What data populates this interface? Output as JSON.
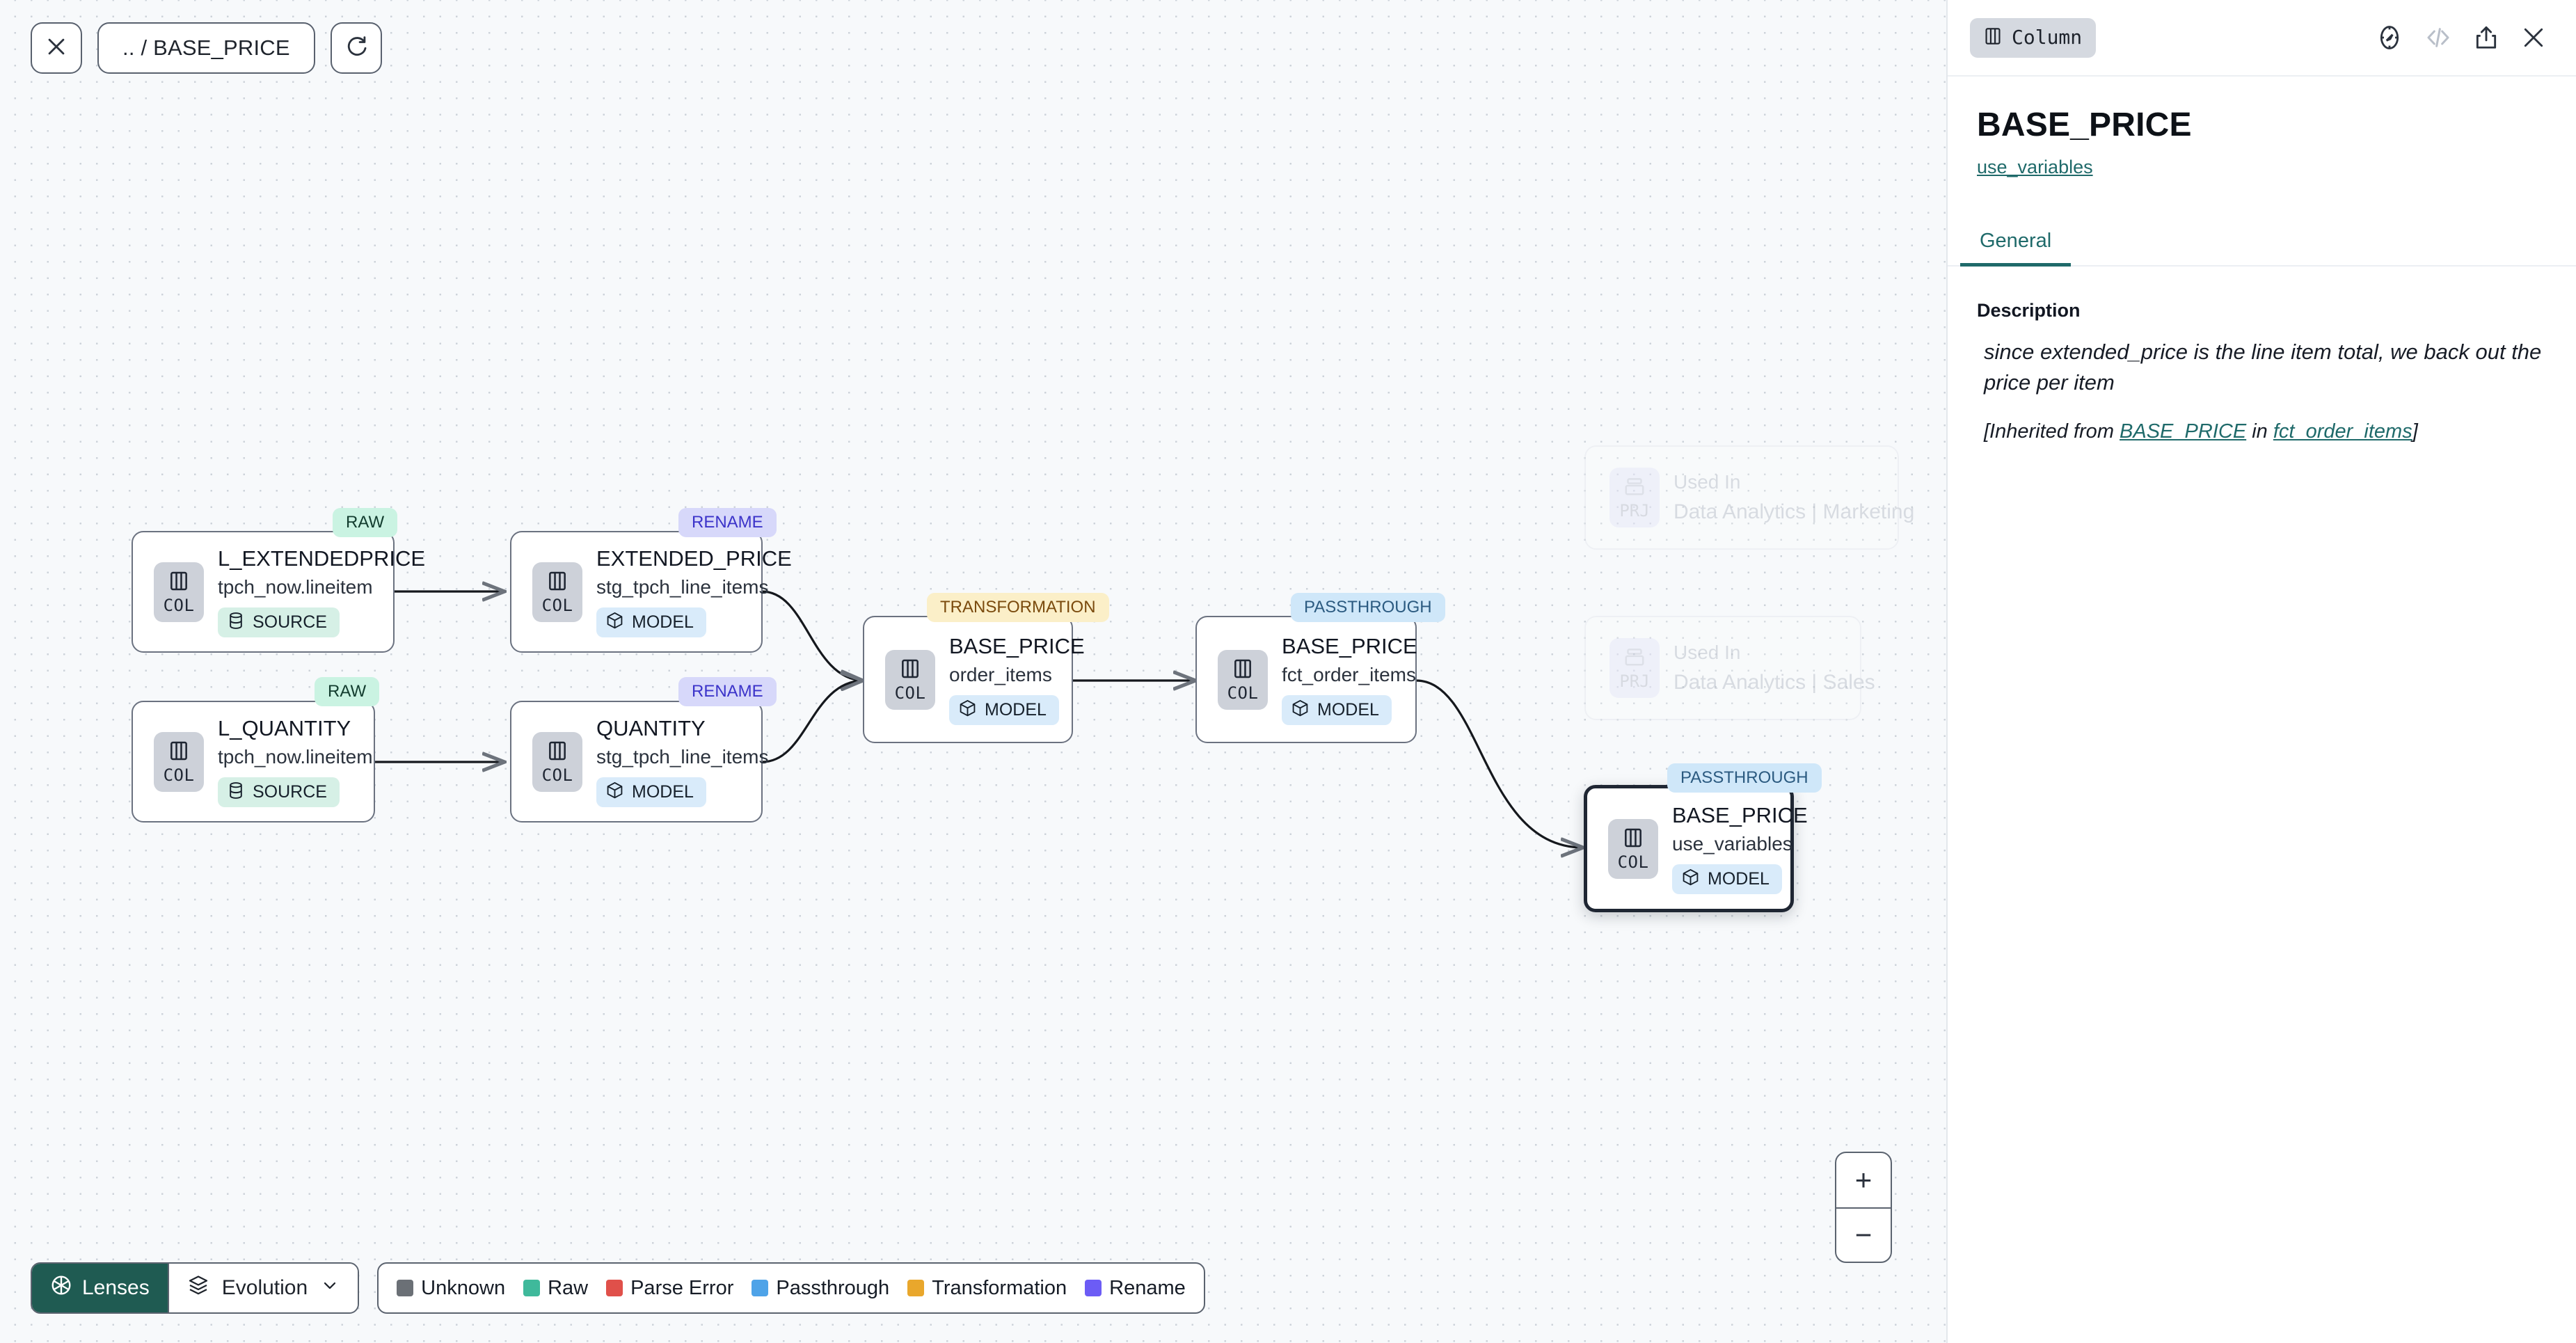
{
  "toolbar": {
    "close_icon": "close-icon",
    "breadcrumb": ".. / BASE_PRICE",
    "refresh_icon": "refresh-icon"
  },
  "canvas": {
    "nodes": [
      {
        "id": "l_extendedprice",
        "badge": "RAW",
        "badge_kind": "raw",
        "title": "L_EXTENDEDPRICE",
        "subtitle": "tpch_now.lineitem",
        "pill": "SOURCE",
        "pill_kind": "source",
        "icon": "col-icon",
        "col_label": "COL",
        "selected": false
      },
      {
        "id": "l_quantity",
        "badge": "RAW",
        "badge_kind": "raw",
        "title": "L_QUANTITY",
        "subtitle": "tpch_now.lineitem",
        "pill": "SOURCE",
        "pill_kind": "source",
        "icon": "col-icon",
        "col_label": "COL",
        "selected": false
      },
      {
        "id": "extended_price",
        "badge": "RENAME",
        "badge_kind": "rename",
        "title": "EXTENDED_PRICE",
        "subtitle": "stg_tpch_line_items",
        "pill": "MODEL",
        "pill_kind": "model",
        "icon": "col-icon",
        "col_label": "COL",
        "selected": false
      },
      {
        "id": "quantity",
        "badge": "RENAME",
        "badge_kind": "rename",
        "title": "QUANTITY",
        "subtitle": "stg_tpch_line_items",
        "pill": "MODEL",
        "pill_kind": "model",
        "icon": "col-icon",
        "col_label": "COL",
        "selected": false
      },
      {
        "id": "base_price_oi",
        "badge": "TRANSFORMATION",
        "badge_kind": "trans",
        "title": "BASE_PRICE",
        "subtitle": "order_items",
        "pill": "MODEL",
        "pill_kind": "model",
        "icon": "col-icon",
        "col_label": "COL",
        "selected": false
      },
      {
        "id": "base_price_fct",
        "badge": "PASSTHROUGH",
        "badge_kind": "pass",
        "title": "BASE_PRICE",
        "subtitle": "fct_order_items",
        "pill": "MODEL",
        "pill_kind": "model",
        "icon": "col-icon",
        "col_label": "COL",
        "selected": false
      },
      {
        "id": "base_price_uv",
        "badge": "PASSTHROUGH",
        "badge_kind": "pass",
        "title": "BASE_PRICE",
        "subtitle": "use_variables",
        "pill": "MODEL",
        "pill_kind": "model",
        "icon": "col-icon",
        "col_label": "COL",
        "selected": true
      }
    ],
    "ghost_nodes": [
      {
        "id": "used_in_marketing",
        "label": "Used In",
        "name": "Data Analytics | Marketing",
        "icon": "project-icon",
        "badge_label": "PRJ"
      },
      {
        "id": "used_in_sales",
        "label": "Used In",
        "name": "Data Analytics | Sales",
        "icon": "project-icon",
        "badge_label": "PRJ"
      }
    ]
  },
  "bottom_bar": {
    "lenses_label": "Lenses",
    "lenses_icon": "aperture-icon",
    "evolution_label": "Evolution",
    "evolution_icon": "layers-icon",
    "chevron_icon": "chevron-down-icon",
    "legend": [
      {
        "label": "Unknown",
        "color": "#6b7076"
      },
      {
        "label": "Raw",
        "color": "#3fb99b"
      },
      {
        "label": "Parse Error",
        "color": "#e0504a"
      },
      {
        "label": "Passthrough",
        "color": "#4ea3e8"
      },
      {
        "label": "Transformation",
        "color": "#e9a72c"
      },
      {
        "label": "Rename",
        "color": "#6c5cf5"
      }
    ]
  },
  "zoom_controls": {
    "zoom_in": "+",
    "zoom_out": "−"
  },
  "panel": {
    "chip_label": "Column",
    "chip_icon": "column-icon",
    "actions": [
      "compass-icon",
      "code-icon",
      "share-icon",
      "close-icon"
    ],
    "title": "BASE_PRICE",
    "model_link": "use_variables",
    "tabs": [
      {
        "label": "General",
        "active": true
      }
    ],
    "description_heading": "Description",
    "description_body": "since extended_price is the line item total, we back out the price per item",
    "inherited_prefix": "[Inherited from ",
    "inherited_link_1": "BASE_PRICE",
    "inherited_middle": " in ",
    "inherited_link_2": "fct_order_items",
    "inherited_suffix": "]"
  },
  "colors": {
    "canvas_bg": "#f7f9fb",
    "accent_teal": "#1f6a6a",
    "lens_green": "#1f5b52",
    "selected_border": "#1f2633"
  }
}
